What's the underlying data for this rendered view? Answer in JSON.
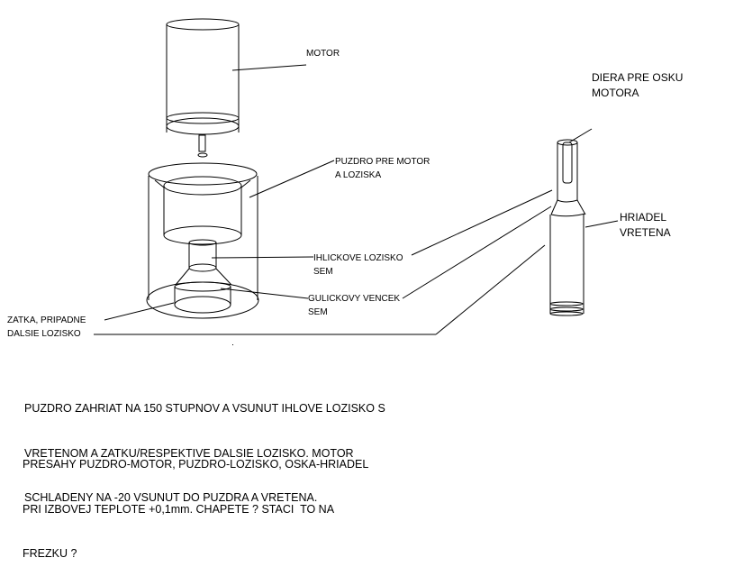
{
  "labels": {
    "motor": "MOTOR",
    "housing_1": "PUZDRO PRE MOTOR",
    "housing_2": "A LOZISKA",
    "needle_bearing_1": "IHLICKOVE LOZISKO",
    "needle_bearing_2": "SEM",
    "ball_ring_1": "GULICKOVY VENCEK",
    "ball_ring_2": "SEM",
    "plug_1": "ZATKA, PRIPADNE",
    "plug_2": "DALSIE LOZISKO",
    "hole_1": "DIERA PRE OSKU",
    "hole_2": "MOTORA",
    "shaft_1": "HRIADEL",
    "shaft_2": "VRETENA"
  },
  "notes": {
    "paragraph1": [
      "PUZDRO ZAHRIAT NA 150 STUPNOV A VSUNUT IHLOVE LOZISKO S",
      "VRETENOM A ZATKU/RESPEKTIVE DALSIE LOZISKO. MOTOR",
      "SCHLADENY NA -20 VSUNUT DO PUZDRA A VRETENA."
    ],
    "paragraph2": [
      "PRESAHY PUZDRO-MOTOR, PUZDRO-LOZISKO, OSKA-HRIADEL",
      "PRI IZBOVEJ TEPLOTE +0,1mm. CHAPETE ? STACI  TO NA",
      "FREZKU ?"
    ]
  }
}
